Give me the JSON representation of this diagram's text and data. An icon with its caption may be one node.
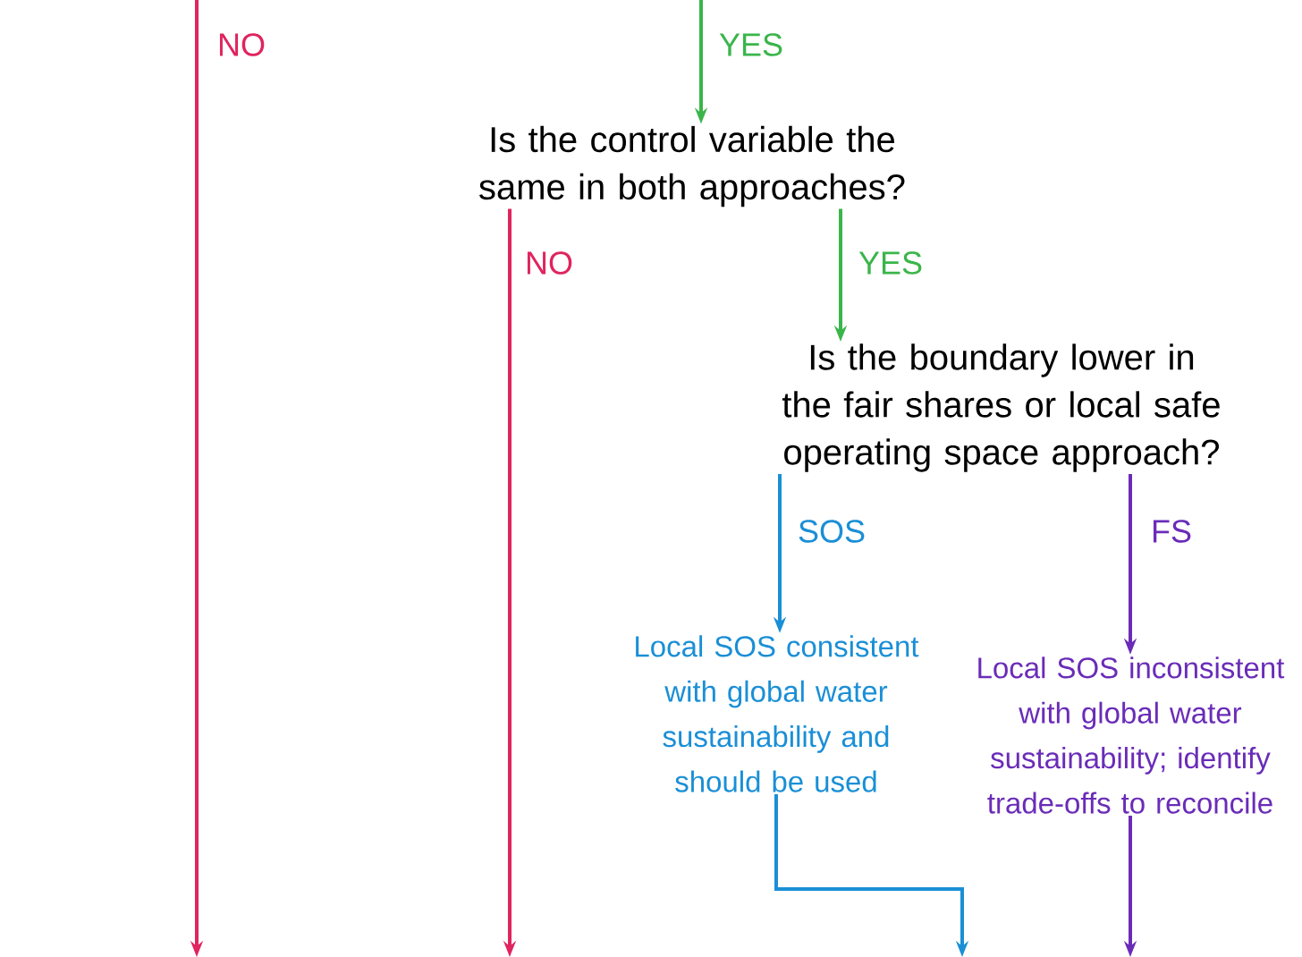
{
  "diagram": {
    "nodes": [
      {
        "text": [
          "Is the control variable the same in both approaches?"
        ]
      },
      {
        "text": [
          "Is the boundary lower in the fair shares or local safe operating space approach?"
        ]
      },
      {
        "text": [
          "Local SOS consistent with global water sustainability and should be used"
        ]
      },
      {
        "text": [
          "Local SOS inconsistent with global water sustainability; identify trade-offs to reconcile"
        ]
      }
    ],
    "edges": [
      {
        "from": null,
        "to": 0,
        "arrow": "to",
        "label": "YES",
        "color": "#3ab54a"
      },
      {
        "from": 0,
        "to": null,
        "arrow": "to",
        "label": "NO",
        "color": "#e0245e"
      },
      {
        "from": 0,
        "to": 1,
        "arrow": "to",
        "label": "YES",
        "color": "#3ab54a"
      },
      {
        "from": 1,
        "to": 2,
        "arrow": "to",
        "label": "SOS",
        "color": "#1a8fd6"
      },
      {
        "from": 1,
        "to": 3,
        "arrow": "to",
        "label": "FS",
        "color": "#6a2cb8"
      },
      {
        "from": 2,
        "to": null,
        "arrow": "to",
        "color": "#1a8fd6"
      },
      {
        "from": 3,
        "to": null,
        "arrow": "to",
        "color": "#6a2cb8"
      }
    ],
    "labels": [
      "NO"
    ]
  }
}
